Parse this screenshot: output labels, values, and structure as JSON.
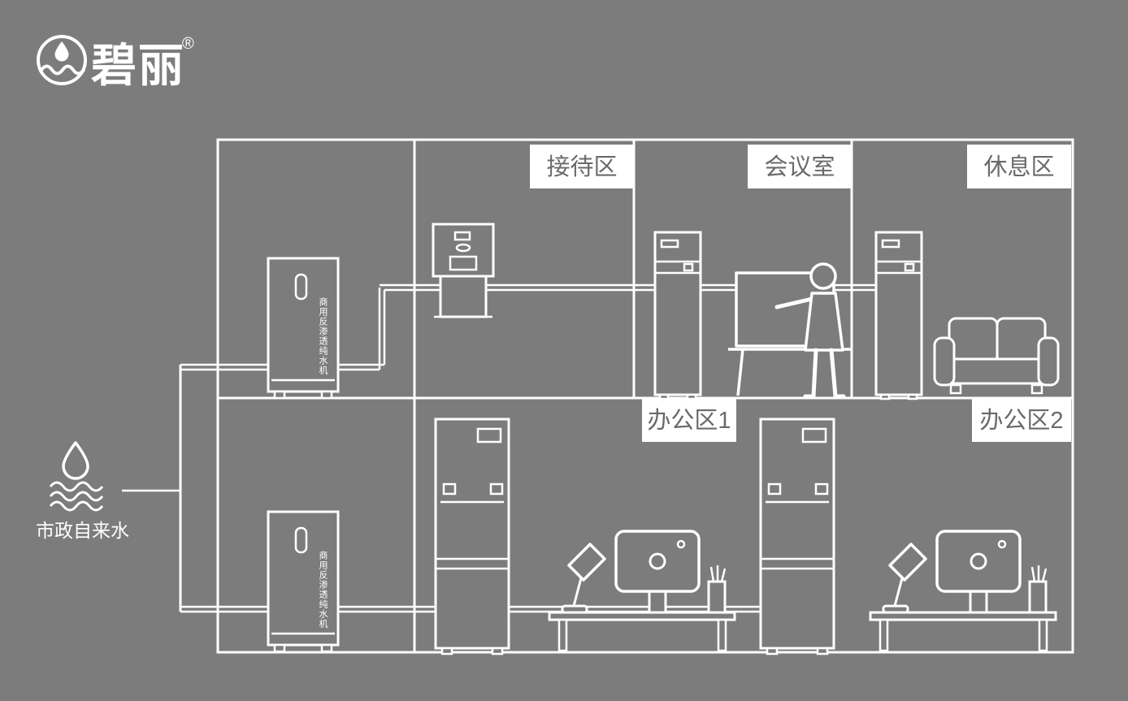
{
  "colors": {
    "background": "#7c7c7c",
    "line": "#ffffff",
    "label_bg": "#ffffff",
    "label_text": "#6a6a6a"
  },
  "brand": {
    "name": "碧丽",
    "registered_mark": "®"
  },
  "water_source": {
    "label": "市政自来水"
  },
  "rooms": {
    "reception": "接待区",
    "meeting": "会议室",
    "rest": "休息区",
    "office1": "办公区1",
    "office2": "办公区2"
  },
  "equipment": {
    "ro_machine_label": "商用反渗透纯水机"
  }
}
